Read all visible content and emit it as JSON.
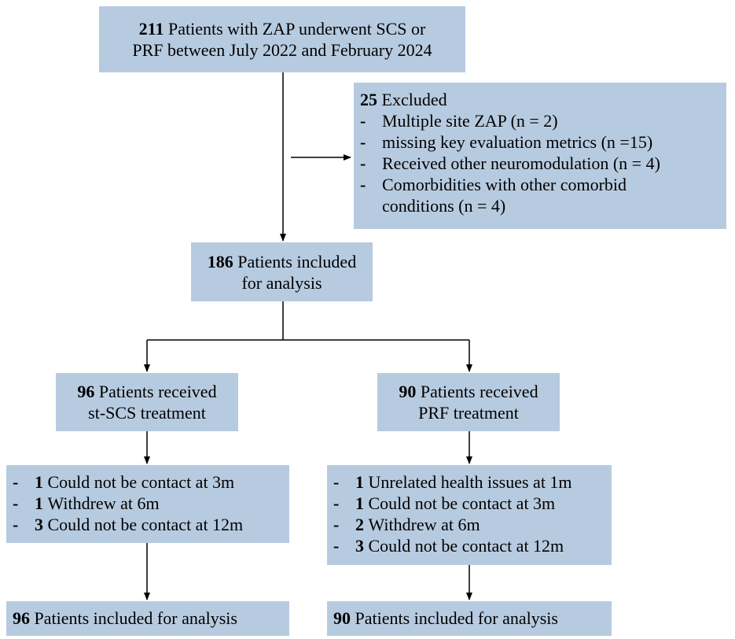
{
  "top": {
    "num": "211",
    "line1": "Patients with ZAP underwent SCS or",
    "line2": "PRF between July 2022 and February 2024"
  },
  "excluded": {
    "num": "25",
    "title": "Excluded",
    "items": [
      {
        "text": "Multiple site ZAP (n = 2)"
      },
      {
        "text": "missing key evaluation metrics (n =15)"
      },
      {
        "text": "Received other neuromodulation (n = 4)"
      },
      {
        "text": "Comorbidities with other comorbid",
        "cont": "conditions  (n = 4)"
      }
    ]
  },
  "included": {
    "num": "186",
    "line1": "Patients included",
    "line2": "for analysis"
  },
  "left_group": {
    "num": "96",
    "line1": "Patients received",
    "line2": "st-SCS treatment"
  },
  "right_group": {
    "num": "90",
    "line1": "Patients received",
    "line2": "PRF treatment"
  },
  "left_losses": [
    {
      "num": "1",
      "text": "Could not be contact at 3m"
    },
    {
      "num": "1",
      "text": "Withdrew at 6m"
    },
    {
      "num": "3",
      "text": "Could not be contact at 12m"
    }
  ],
  "right_losses": [
    {
      "num": "1",
      "text": "Unrelated health issues at 1m"
    },
    {
      "num": "1",
      "text": "Could not be contact at 3m"
    },
    {
      "num": "2",
      "text": "Withdrew at 6m"
    },
    {
      "num": "3",
      "text": "Could not be contact at 12m"
    }
  ],
  "left_final": {
    "num": "96",
    "text": "Patients included for analysis"
  },
  "right_final": {
    "num": "90",
    "text": "Patients included for analysis"
  },
  "bullet": "-"
}
